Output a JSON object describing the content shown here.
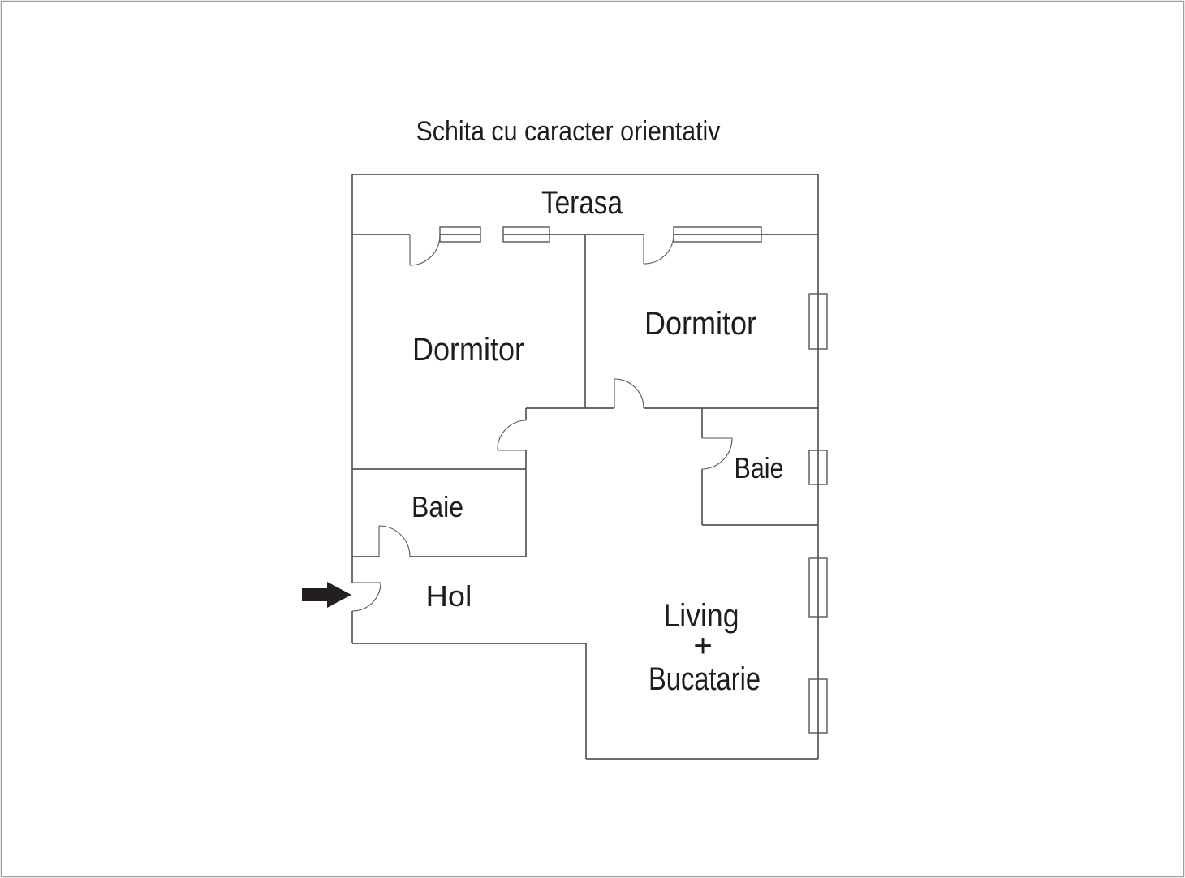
{
  "title": "Schita cu caracter orientativ",
  "rooms": {
    "terasa": {
      "label": "Terasa"
    },
    "dormitor_left": {
      "label": "Dormitor"
    },
    "dormitor_right": {
      "label": "Dormitor"
    },
    "baie_left": {
      "label": "Baie"
    },
    "baie_right": {
      "label": "Baie"
    },
    "hol": {
      "label": "Hol"
    },
    "living": {
      "label_line1": "Living",
      "label_line2": "+",
      "label_line3": "Bucatarie"
    }
  },
  "icons": {
    "entrance_arrow": "entry-direction-arrow"
  },
  "colors": {
    "wall": "#55565a",
    "text": "#1d1d1f",
    "arrow": "#231f20",
    "page_border": "#9d9fa2",
    "background": "#ffffff"
  }
}
